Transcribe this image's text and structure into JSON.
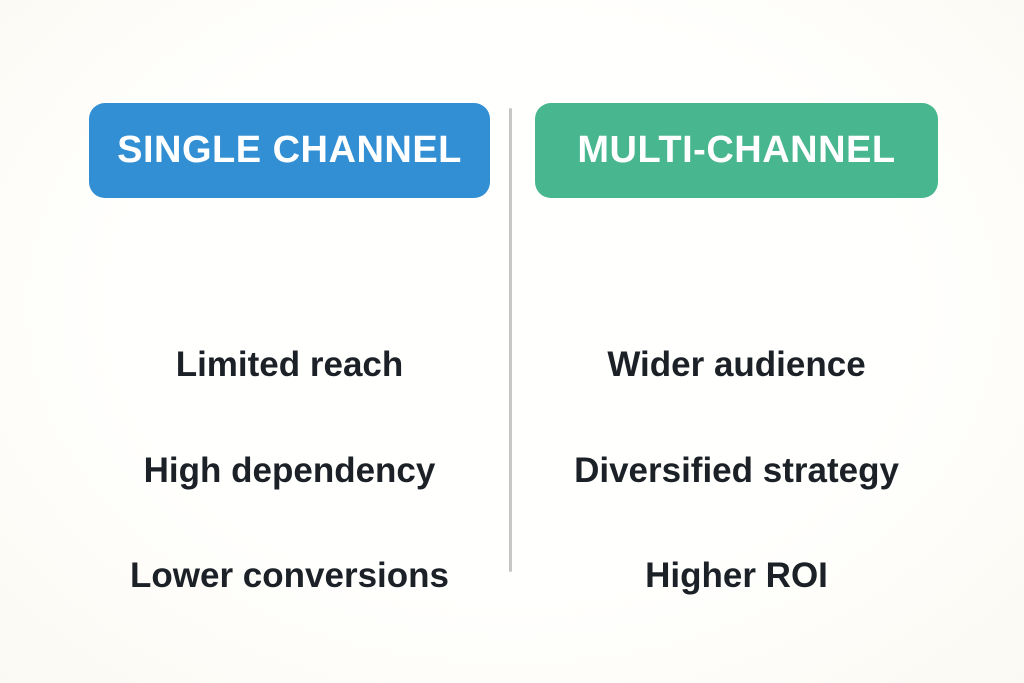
{
  "title": "Single Channel vs Multi-Channel comparison",
  "background_color": "#fdfcf9",
  "divider_color": "#c7c7c5",
  "item_text_color": "#1b2127",
  "columns": [
    {
      "id": "single-channel",
      "header": {
        "label": "SINGLE CHANNEL",
        "color": "#338fd4",
        "text_color": "#ffffff"
      },
      "items": [
        "Limited reach",
        "High dependency",
        "Lower conversions"
      ]
    },
    {
      "id": "multi-channel",
      "header": {
        "label": "MULTI-CHANNEL",
        "color": "#48b68f",
        "text_color": "#ffffff"
      },
      "items": [
        "Wider audience",
        "Diversified strategy",
        "Higher ROI"
      ]
    }
  ]
}
